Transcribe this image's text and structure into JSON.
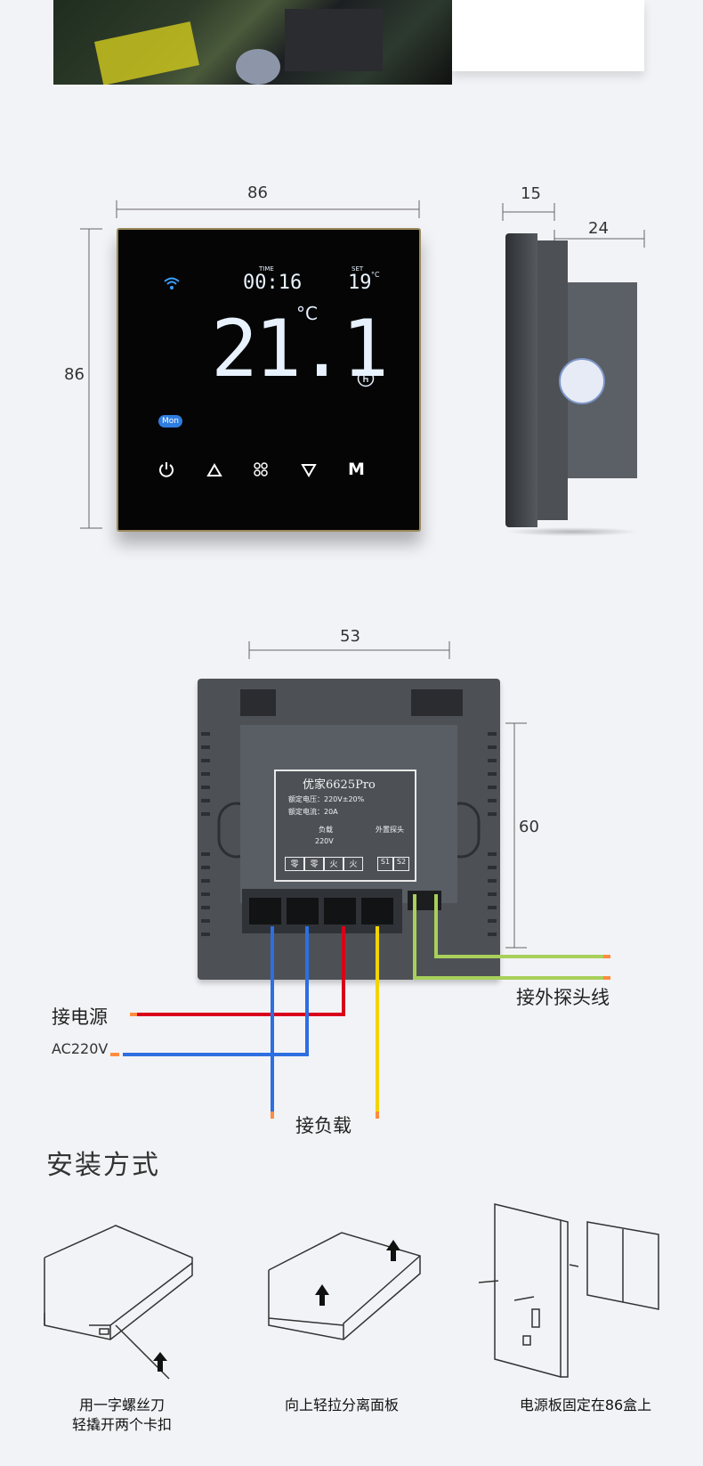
{
  "dimensions": {
    "front_width": "86",
    "front_height": "86",
    "side_depth_front": "15",
    "side_depth_back": "24",
    "back_width": "53",
    "back_height": "60"
  },
  "thermostat_display": {
    "time_label": "TIME",
    "time_value": "00:16",
    "set_label": "SET",
    "set_value": "19",
    "set_unit": "°C",
    "temperature": "21.1",
    "temp_unit": "°C",
    "day": "Mon",
    "mode_button": "M"
  },
  "back_label": {
    "brand_model": "优家6625Pro",
    "rated_voltage": "额定电压：220V±20%",
    "rated_current": "额定电流：20A",
    "load_title": "负载",
    "load_voltage": "220V",
    "probe_title": "外置探头",
    "terminals": [
      "零",
      "零",
      "火",
      "火"
    ],
    "probe_terminals": [
      "S1",
      "S2"
    ]
  },
  "wiring": {
    "power_label": "接电源",
    "power_voltage": "AC220V",
    "probe_label": "接外探头线",
    "load_label": "接负载"
  },
  "installation": {
    "title": "安装方式",
    "steps": [
      {
        "caption_line1": "用一字螺丝刀",
        "caption_line2": "轻撬开两个卡扣"
      },
      {
        "caption_line1": "向上轻拉分离面板",
        "caption_line2": ""
      },
      {
        "caption_line1": "电源板固定在86盒上",
        "caption_line2": ""
      }
    ]
  },
  "colors": {
    "background": "#f2f3f7",
    "wire_red": "#d9001b",
    "wire_blue": "#2d6fe0",
    "wire_yellow": "#f2d400",
    "wire_green": "#a8d05a",
    "device_body": "#4d5156",
    "screen_black": "#050505",
    "display_white": "#e8f2ff",
    "display_blue": "#3aa0ff"
  }
}
